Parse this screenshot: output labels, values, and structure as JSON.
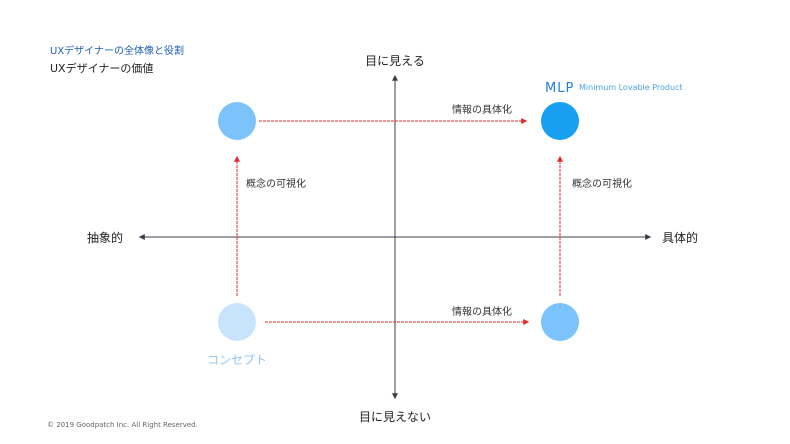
{
  "header": {
    "breadcrumb": "UXデザイナーの全体像と役割",
    "title": "UXデザイナーの価値"
  },
  "axes": {
    "top": "目に見える",
    "bottom": "目に見えない",
    "left": "抽象的",
    "right": "具体的"
  },
  "nodes": {
    "mlp_title": "MLP",
    "mlp_subtitle": "Minimum Lovable Product",
    "concept": "コンセプト"
  },
  "steps": {
    "top": "情報の具体化",
    "bottom": "情報の具体化",
    "left": "概念の可視化",
    "right": "概念の可視化"
  },
  "colors": {
    "axis": "#3a3f4a",
    "arrow": "#e5282a",
    "mlp": "#189ff2",
    "concept": "#c8e4fd",
    "intermediate": "#7cc2fb",
    "breadcrumb": "#1e5fb4"
  },
  "footer": {
    "copyright": "© 2019 Goodpatch Inc. All Right Reserved."
  }
}
